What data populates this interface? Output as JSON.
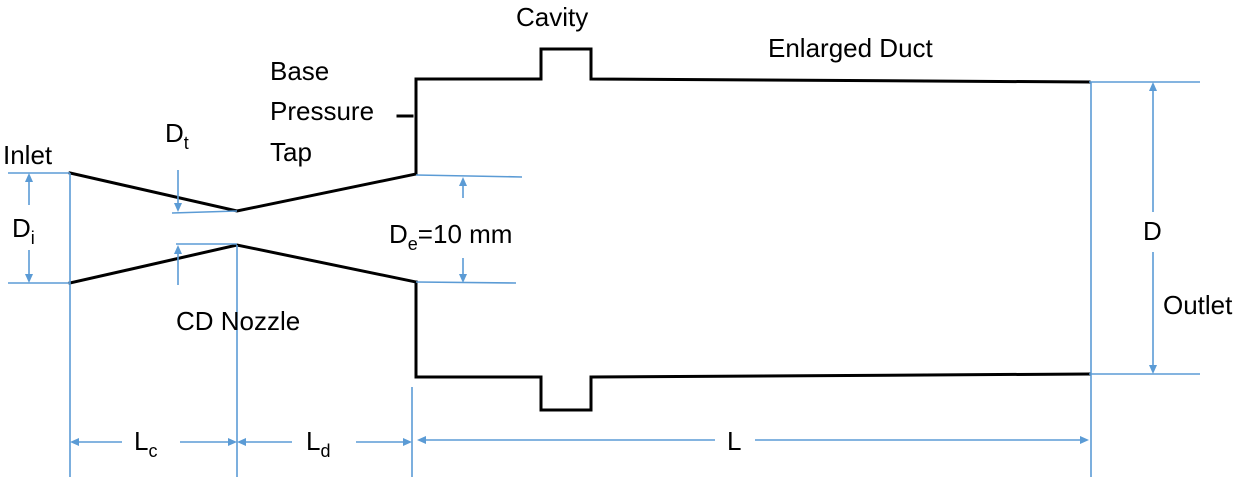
{
  "labels": {
    "cavity": "Cavity",
    "enlarged_duct": "Enlarged Duct",
    "base": "Base",
    "pressure": "Pressure",
    "tap": "Tap",
    "inlet": "Inlet",
    "cd_nozzle": "CD Nozzle",
    "outlet": "Outlet"
  },
  "dimensions": {
    "dt": {
      "main": "D",
      "sub": "t"
    },
    "di": {
      "main": "D",
      "sub": "i"
    },
    "de": {
      "main": "D",
      "sub": "e",
      "value": "=10 mm"
    },
    "d": "D",
    "lc": {
      "main": "L",
      "sub": "c"
    },
    "ld": {
      "main": "L",
      "sub": "d"
    },
    "l": "L"
  },
  "colors": {
    "geometry": "#000000",
    "dimension_lines": "#5b9bd5"
  }
}
